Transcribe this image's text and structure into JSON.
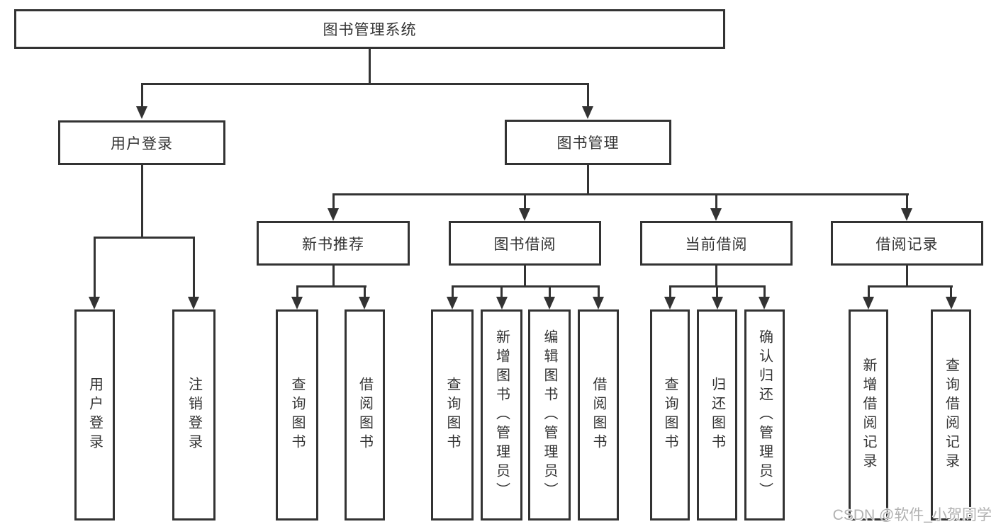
{
  "diagram": {
    "root": {
      "label": "图书管理系统"
    },
    "branches": [
      {
        "label": "用户登录",
        "children": [
          {
            "label": "用户登录"
          },
          {
            "label": "注销登录"
          }
        ]
      },
      {
        "label": "图书管理",
        "children": [
          {
            "label": "新书推荐",
            "children": [
              {
                "label": "查询图书"
              },
              {
                "label": "借阅图书"
              }
            ]
          },
          {
            "label": "图书借阅",
            "children": [
              {
                "label": "查询图书"
              },
              {
                "label": "新增图书（管理员）"
              },
              {
                "label": "编辑图书（管理员）"
              },
              {
                "label": "借阅图书"
              }
            ]
          },
          {
            "label": "当前借阅",
            "children": [
              {
                "label": "查询图书"
              },
              {
                "label": "归还图书"
              },
              {
                "label": "确认归还（管理员）"
              }
            ]
          },
          {
            "label": "借阅记录",
            "children": [
              {
                "label": "新增借阅记录"
              },
              {
                "label": "查询借阅记录"
              }
            ]
          }
        ]
      }
    ]
  },
  "watermark": {
    "text": "CSDN @软件_小贺同学"
  },
  "colors": {
    "line": "#333333",
    "text": "#333333",
    "background": "#ffffff",
    "watermark": "#b1b1b1"
  }
}
